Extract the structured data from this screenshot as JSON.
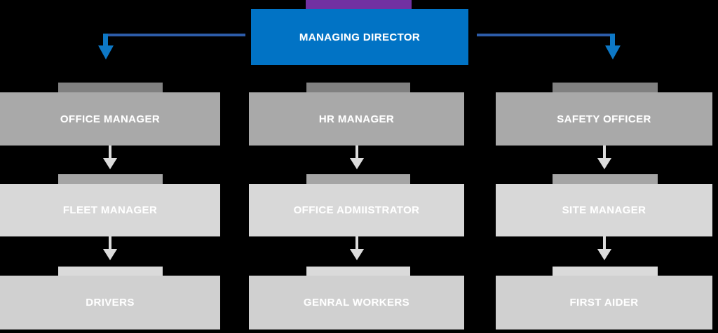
{
  "org_chart": {
    "type": "org-hierarchy",
    "root": {
      "label": "MANAGING DIRECTOR"
    },
    "columns": [
      {
        "nodes": [
          {
            "label": "OFFICE MANAGER"
          },
          {
            "label": "FLEET MANAGER"
          },
          {
            "label": "DRIVERS"
          }
        ]
      },
      {
        "nodes": [
          {
            "label": "HR MANAGER"
          },
          {
            "label": "OFFICE ADMIISTRATOR"
          },
          {
            "label": "GENRAL WORKERS"
          }
        ]
      },
      {
        "nodes": [
          {
            "label": "SAFETY OFFICER"
          },
          {
            "label": "SITE MANAGER"
          },
          {
            "label": "FIRST AIDER"
          }
        ]
      }
    ]
  },
  "colors": {
    "background": "#000000",
    "label_text": "#ffffff",
    "root_box": "#0173c5",
    "root_tab": "#7231a2",
    "l1_box": "#a9a9a9",
    "l1_tab": "#818181",
    "l2_box": "#d8d8d8",
    "l2_tab": "#a5a5a5",
    "l3_box": "#d0d0d0",
    "l3_tab": "#dadada",
    "connector_line": "#2d5ca9",
    "connector_arrow": "#0d78c6",
    "down_arrow": "#dcdcdc"
  }
}
